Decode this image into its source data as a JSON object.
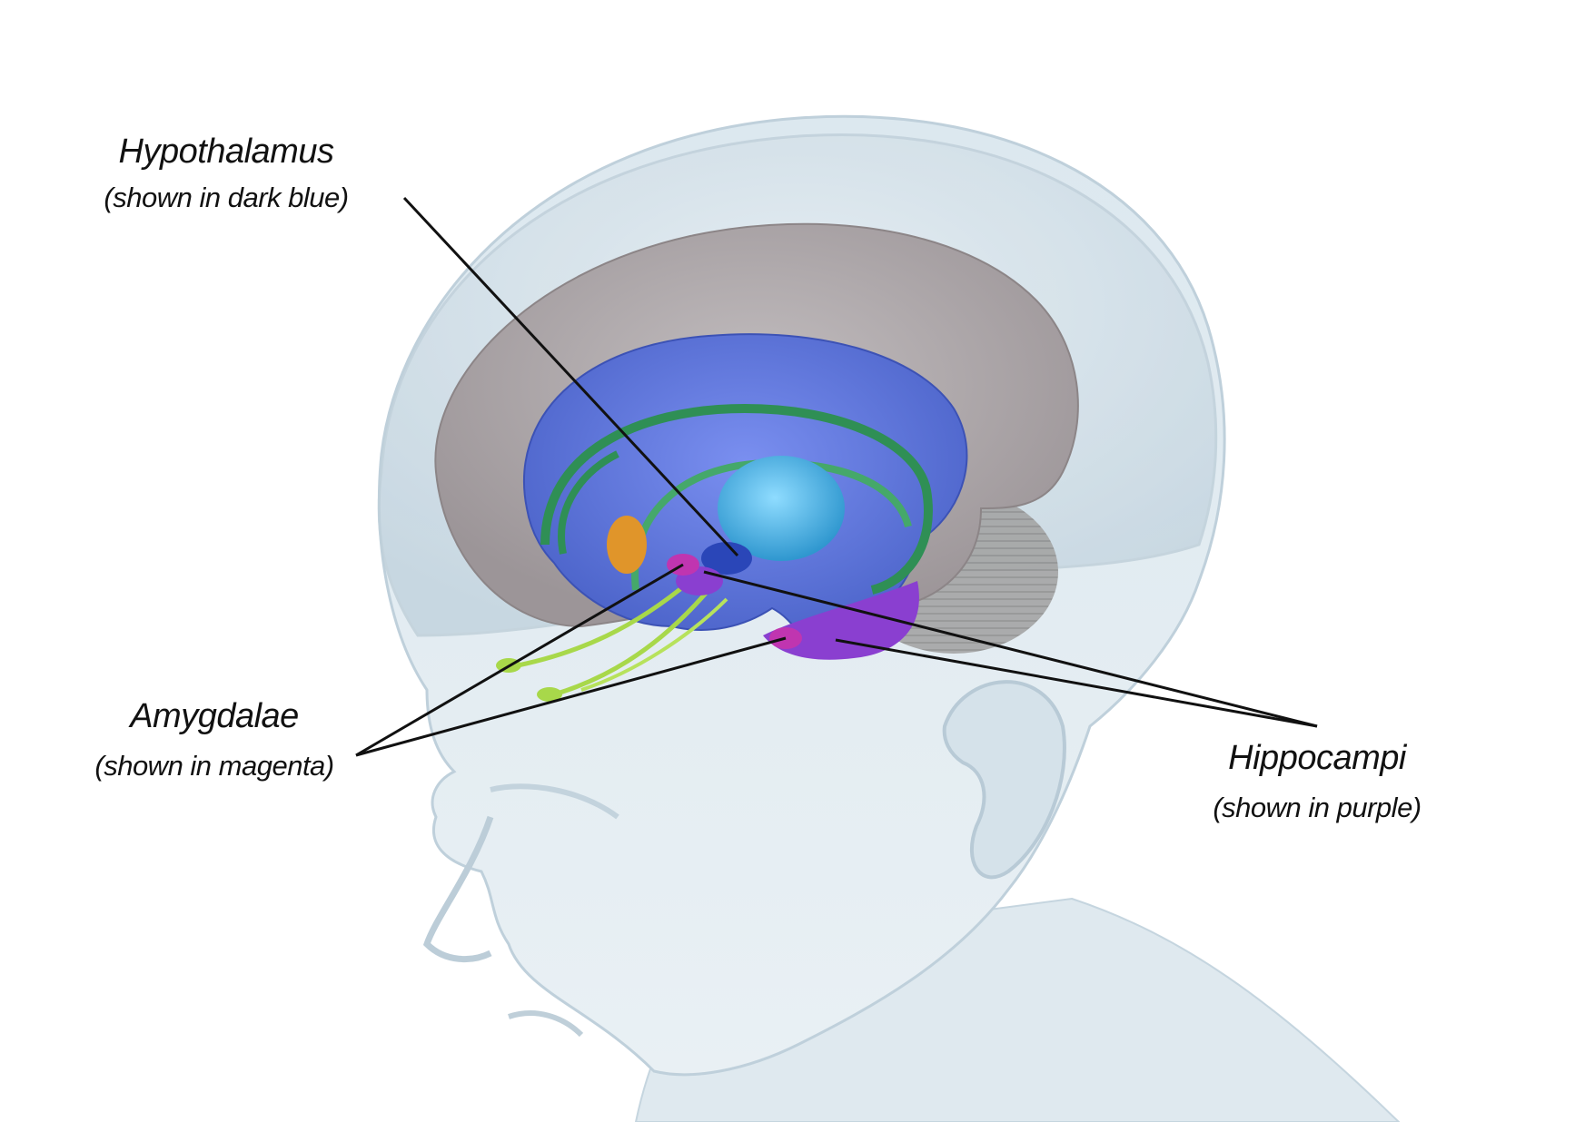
{
  "labels": {
    "hypothalamus": {
      "title": "Hypothalamus",
      "subtitle": "(shown in dark blue)"
    },
    "amygdalae": {
      "title": "Amygdalae",
      "subtitle": "(shown in magenta)"
    },
    "hippocampi": {
      "title": "Hippocampi",
      "subtitle": "(shown in purple)"
    }
  },
  "colors": {
    "background": "#ffffff",
    "head": "#d9e6ee",
    "head_shadow": "#b7c9d6",
    "cortex": "#a9a3a5",
    "cingulate": "#5a72d6",
    "fornix": "#2f8f55",
    "thalamus": "#4fb8e6",
    "hypothalamus": "#2a46b8",
    "amygdala": "#c035b0",
    "hippocampus": "#8a3fd0",
    "olfactory": "#a8d84a",
    "cerebellum": "#8f8f8f",
    "leader_lines": "#111111"
  }
}
